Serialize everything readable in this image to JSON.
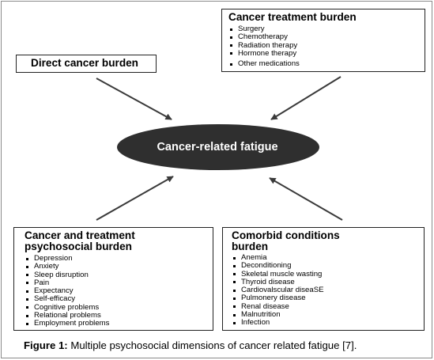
{
  "diagram": {
    "center": {
      "label": "Cancer-related fatigue"
    },
    "direct_burden": {
      "title": "Direct cancer burden"
    },
    "treatment_burden": {
      "title": "Cancer treatment burden",
      "items": [
        "Surgery",
        "Chemotherapy",
        "Radiation therapy",
        "Hormone therapy",
        "Other medications"
      ]
    },
    "psychosocial_burden": {
      "title_line1": "Cancer and treatment",
      "title_line2": "psychosocial burden",
      "items": [
        "Depression",
        "Anxiety",
        "Sleep disruption",
        "Pain",
        "Expectancy",
        "Self-efficacy",
        "Cognitive problems",
        "Relational problems",
        "Employment problems"
      ]
    },
    "comorbid_burden": {
      "title_line1": "Comorbid conditions",
      "title_line2": "burden",
      "items": [
        "Anemia",
        "Deconditioning",
        "Skeletal muscle wasting",
        "Thyroid disease",
        "Cardiovalscular diseaSE",
        "Pulmonery disease",
        "Renal disease",
        "Malnutrition",
        "Infection"
      ]
    },
    "colors": {
      "ellipse": "#2f2f2f",
      "arrow": "#3a3a3a",
      "border": "#222222"
    }
  },
  "caption": {
    "label": "Figure 1:",
    "text": " Multiple psychosocial dimensions of cancer related fatigue [7]."
  }
}
